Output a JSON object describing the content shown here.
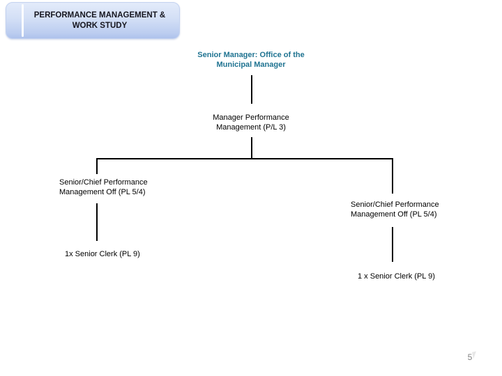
{
  "slide": {
    "title": "PERFORMANCE MANAGEMENT & WORK STUDY",
    "page_number": "5"
  },
  "org_chart": {
    "root": {
      "label": "Senior Manager: Office of the Municipal Manager"
    },
    "manager": {
      "label": "Manager Performance Management (P/L 3)"
    },
    "left_officer": {
      "label": "Senior/Chief Performance Management  Off (PL 5/4)"
    },
    "right_officer": {
      "label": "Senior/Chief Performance Management  Off (PL 5/4)"
    },
    "left_clerk": {
      "label": "1x Senior Clerk (PL 9)"
    },
    "right_clerk": {
      "label": "1 x Senior Clerk (PL 9)"
    }
  },
  "colors": {
    "root_text": "#1F7391",
    "node_text": "#000000",
    "connector_line": "#000000",
    "title_text": "#16161F",
    "title_box_top": "#E3EBFA",
    "title_box_bottom": "#AEC2EC",
    "page_number": "#808080"
  }
}
